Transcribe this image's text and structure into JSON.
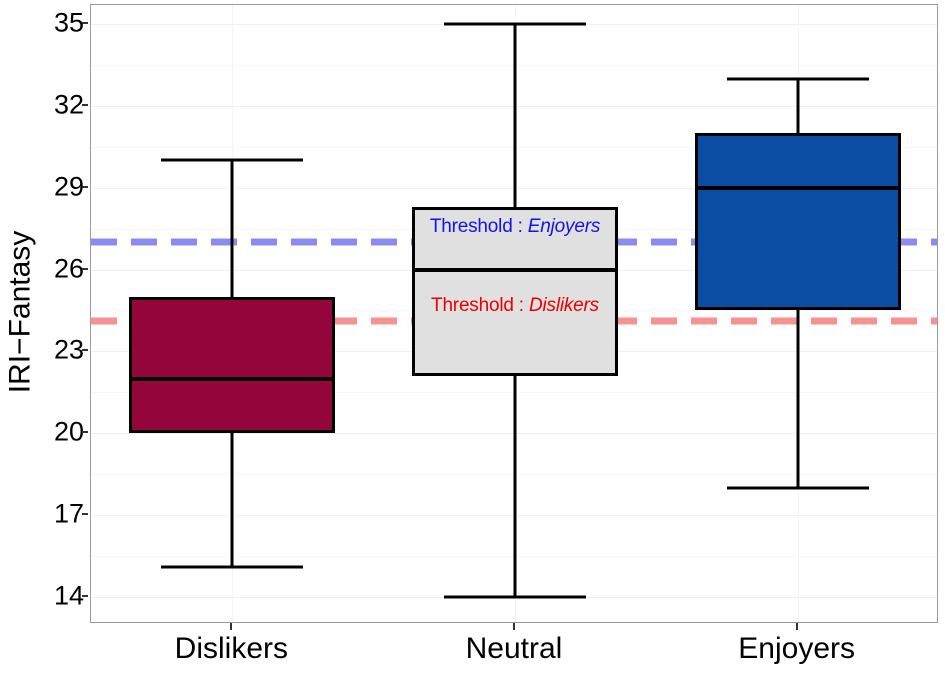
{
  "chart_data": {
    "type": "box",
    "title": "",
    "xlabel": "",
    "ylabel": "IRI−Fantasy",
    "ylim": [
      13.0,
      35.7
    ],
    "yticks": [
      14,
      17,
      20,
      23,
      26,
      29,
      32,
      35
    ],
    "ytick_labels": [
      "14",
      "17",
      "20",
      "23",
      "26",
      "29",
      "32",
      "35"
    ],
    "grid": true,
    "legend": "none",
    "categories": [
      "Dislikers",
      "Neutral",
      "Enjoyers"
    ],
    "boxes": [
      {
        "name": "Dislikers",
        "lower_whisker": 15.1,
        "q1": 20.0,
        "median": 22.0,
        "q3": 25.0,
        "upper_whisker": 30.0,
        "fill": "#94053C",
        "border": "#000000"
      },
      {
        "name": "Neutral",
        "lower_whisker": 14.0,
        "q1": 22.1,
        "median": 26.0,
        "q3": 28.3,
        "upper_whisker": 35.0,
        "fill": "#E0E0E0",
        "border": "#000000"
      },
      {
        "name": "Enjoyers",
        "lower_whisker": 18.0,
        "q1": 24.5,
        "median": 29.0,
        "q3": 31.0,
        "upper_whisker": 33.0,
        "fill": "#0B4DA2",
        "border": "#000000"
      }
    ],
    "threshold_lines": [
      {
        "id": "enjoyers",
        "value": 27.0,
        "color": "#8c8cf0",
        "text_color": "#1414EE",
        "style": "dashed",
        "label_prefix": "Threshold :",
        "label_name": "Enjoyers"
      },
      {
        "id": "dislikers",
        "value": 24.1,
        "color": "#f69292",
        "text_color": "#EE0000",
        "style": "dashed",
        "label_prefix": "Threshold :",
        "label_name": "Dislikers"
      }
    ],
    "minor_ticks": [
      15.5,
      18.5,
      21.5,
      24.5,
      27.5,
      30.5,
      33.5
    ]
  },
  "colors": {
    "panel_border": "#9A9A9A",
    "gridline_major": "#F0F0F0",
    "gridline_minor": "#F7F7F7",
    "background": "#FFFFFF",
    "axis_text": "#000000"
  }
}
